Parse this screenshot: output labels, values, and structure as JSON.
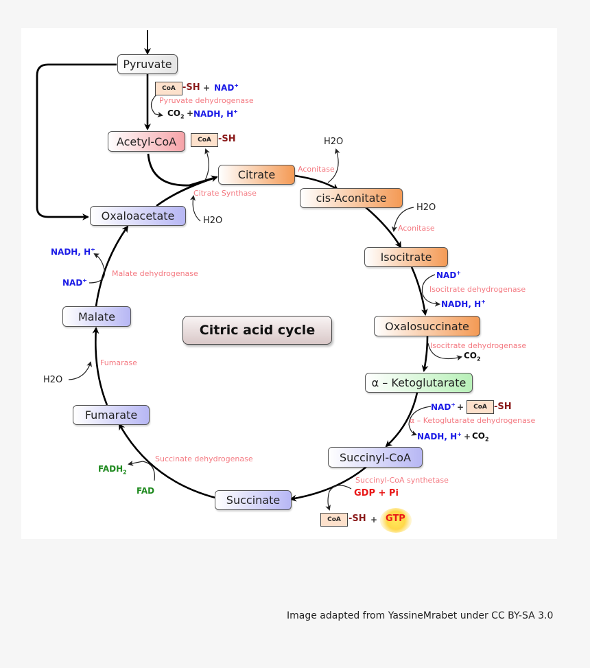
{
  "diagram": {
    "title": "Citric acid cycle",
    "nodes": {
      "pyruvate": "Pyruvate",
      "acetyl_coa": "Acetyl-CoA",
      "citrate": "Citrate",
      "cis_aconitate": "cis-Aconitate",
      "isocitrate": "Isocitrate",
      "oxalosuccinate": "Oxalosuccinate",
      "alpha_ketoglutarate": "α – Ketoglutarate",
      "succinyl_coa": "Succinyl-CoA",
      "succinate": "Succinate",
      "fumarate": "Fumarate",
      "malate": "Malate",
      "oxaloacetate": "Oxaloacetate"
    },
    "enzymes": {
      "pyruvate_dehydrogenase": "Pyruvate dehydrogenase",
      "citrate_synthase": "Citrate Synthase",
      "aconitase_1": "Aconitase",
      "aconitase_2": "Aconitase",
      "isocitrate_dehydrogenase_1": "Isocitrate dehydrogenase",
      "isocitrate_dehydrogenase_2": "Isocitrate dehydrogenase",
      "alpha_kg_dehydrogenase": "α – Ketoglutarate dehydrogenase",
      "succinyl_coa_synthetase": "Succinyl-CoA synthetase",
      "succinate_dehydrogenase": "Succinate dehydrogenase",
      "fumarase": "Fumarase",
      "malate_dehydrogenase": "Malate dehydrogenase"
    },
    "cofactors": {
      "coa": "CoA",
      "sh": "-SH",
      "plus": "+",
      "nad": "NAD",
      "nadh_h": "NADH, H",
      "sup_plus": "+",
      "co2": "CO",
      "sub_2": "2",
      "h2o": "H2O",
      "fad": "FAD",
      "fadh": "FADH",
      "gdp_pi": "GDP + Pi",
      "gtp": "GTP"
    },
    "colors": {
      "enzyme": "#f47a82",
      "nad": "#1a1ae6",
      "fad": "#1f8a1f",
      "gtp": "#e81818",
      "sh": "#8a1a1a"
    }
  },
  "footer": {
    "credit": "Image adapted from YassineMrabet under CC BY-SA 3.0"
  }
}
